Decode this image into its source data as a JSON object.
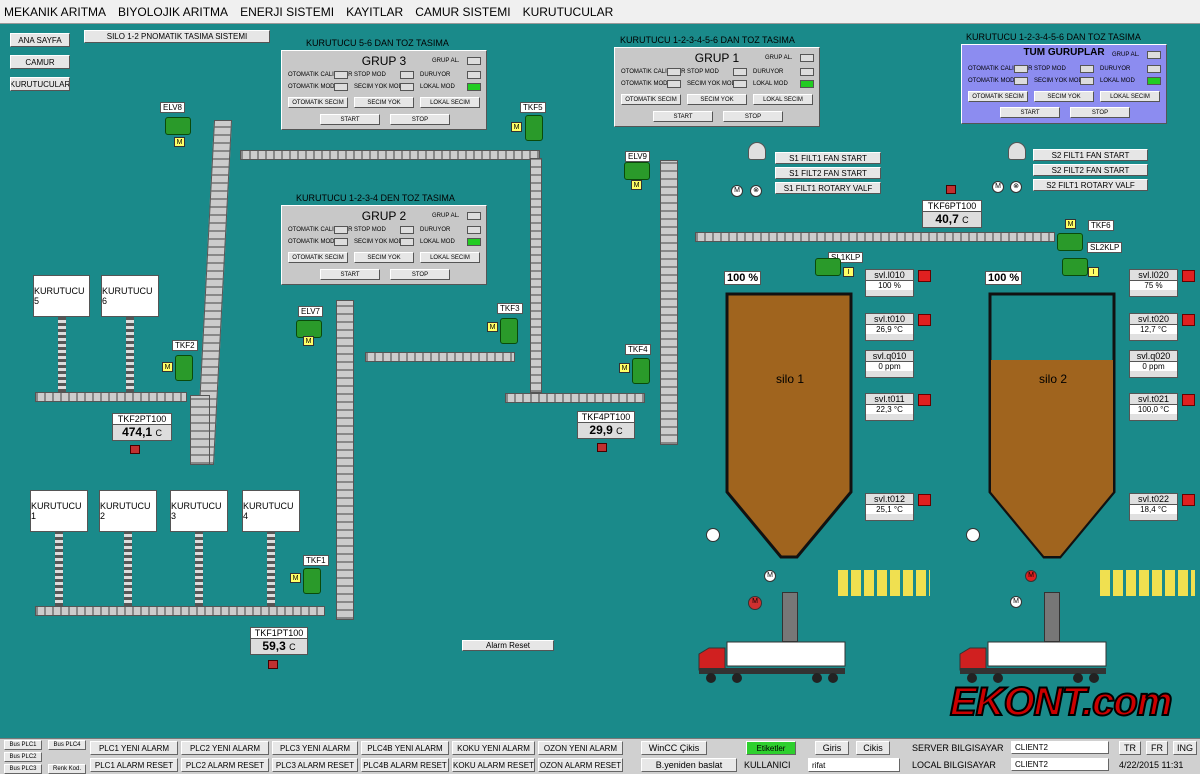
{
  "menu": [
    "MEKANIK ARITMA",
    "BIYOLOJIK ARITMA",
    "ENERJI SISTEMI",
    "KAYITLAR",
    "CAMUR SISTEMI",
    "KURUTUCULAR"
  ],
  "nav": {
    "ana": "ANA SAYFA",
    "camur": "CAMUR",
    "kurutucular": "KURUTUCULAR",
    "silo": "SILO 1-2 PNOMATIK TASIMA SISTEMI"
  },
  "panels": {
    "g3_caption": "KURUTUCU 5-6  DAN TOZ TASIMA",
    "g3_title": "GRUP 3",
    "g2_caption": "KURUTUCU 1-2-3-4 DEN TOZ TASIMA",
    "g2_title": "GRUP 2",
    "g1_caption": "KURUTUCU 1-2-3-4-5-6  DAN TOZ TASIMA",
    "g1_title": "GRUP 1",
    "gall_caption": "KURUTUCU 1-2-3-4-5-6  DAN TOZ TASIMA",
    "gall_title": "TUM GURUPLAR",
    "grup_al": "GRUP AL.",
    "oto_cal": "OTOMATIK CALISIYOR",
    "oto_mod": "OTOMATIK MOD",
    "stop_mod": "STOP MOD",
    "secim_yok_mod": "SECIM YOK MOD",
    "duruyor": "DURUYOR",
    "lokal_mod": "LOKAL MOD",
    "oto_secim": "OTOMATIK SECIM",
    "secim_yok": "SECIM YOK",
    "lokal_secim": "LOKAL SECIM",
    "start": "START",
    "stop": "STOP"
  },
  "kurutucu": [
    "KURUTUCU 1",
    "KURUTUCU 2",
    "KURUTUCU 3",
    "KURUTUCU 4",
    "KURUTUCU 5",
    "KURUTUCU 6"
  ],
  "tags": {
    "elv8": "ELV8",
    "elv7": "ELV7",
    "elv9": "ELV9",
    "tkf1": "TKF1",
    "tkf2": "TKF2",
    "tkf3": "TKF3",
    "tkf4": "TKF4",
    "tkf5": "TKF5",
    "tkf6": "TKF6",
    "sl1": "SL1KLP",
    "sl2": "SL2KLP",
    "m": "M",
    "i": "I"
  },
  "pt": {
    "tkf2_t": "TKF2PT100",
    "tkf2_v": "474,1",
    "tkf4_t": "TKF4PT100",
    "tkf4_v": "29,9",
    "tkf1_t": "TKF1PT100",
    "tkf1_v": "59,3",
    "tkf6_t": "TKF6PT100",
    "tkf6_v": "40,7",
    "unit": "C"
  },
  "filters": {
    "s1a": "S1 FILT1 FAN START",
    "s1b": "S1 FILT2 FAN START",
    "s1c": "S1 FILT1 ROTARY VALF",
    "s2a": "S2 FILT1 FAN START",
    "s2b": "S2 FILT2 FAN START",
    "s2c": "S2 FILT1 ROTARY VALF"
  },
  "silo1": {
    "name": "silo 1",
    "level": "100",
    "pct": "%",
    "l_n": "svl.l010",
    "l_v": "100 %",
    "t1_n": "svl.t010",
    "t1_v": "26,9 °C",
    "q_n": "svl.q010",
    "q_v": "0 ppm",
    "t2_n": "svl.t011",
    "t2_v": "22,3 °C",
    "t3_n": "svl.t012",
    "t3_v": "25,1 °C"
  },
  "silo2": {
    "name": "silo 2",
    "level": "100",
    "pct": "%",
    "l_n": "svl.l020",
    "l_v": "75 %",
    "t1_n": "svl.t020",
    "t1_v": "12,7 °C",
    "q_n": "svl.q020",
    "q_v": "0 ppm",
    "t2_n": "svl.t021",
    "t2_v": "100,0 °C",
    "t3_n": "svl.t022",
    "t3_v": "18,4 °C"
  },
  "alarm_reset": "Alarm Reset",
  "watermark": "EKONT.com",
  "bottom": {
    "bus1": "Bus PLC1",
    "bus4": "Bus PLC4",
    "bus2": "Bus PLC2",
    "bus3": "Bus PLC3",
    "renk": "Renk Kod.",
    "alarms": [
      "PLC1  YENI ALARM",
      "PLC2  YENI ALARM",
      "PLC3   YENI ALARM",
      "PLC4B YENI ALARM",
      "KOKU YENI ALARM",
      "OZON YENI ALARM"
    ],
    "resets": [
      "PLC1  ALARM RESET",
      "PLC2  ALARM RESET",
      "PLC3  ALARM RESET",
      "PLC4B ALARM RESET",
      "KOKU ALARM RESET",
      "OZON ALARM RESET"
    ],
    "wincc": "WinCC Çikis",
    "restart": "B.yeniden baslat",
    "etiket": "Etiketler",
    "kullanici": "KULLANICI",
    "user": "rifat",
    "giris": "Giris",
    "cikis": "Cikis",
    "server_l": "SERVER BILGISAYAR",
    "server_v": "CLIENT2",
    "local_l": "LOCAL BILGISAYAR",
    "local_v": "CLIENT2",
    "tr": "TR",
    "fr": "FR",
    "ing": "ING",
    "datetime": "4/22/2015 11:31"
  },
  "colors": {
    "bg": "#1a8a8a",
    "silo": "#a0641e",
    "motor": "#2a9a2a",
    "lamp": "#22cc22"
  }
}
